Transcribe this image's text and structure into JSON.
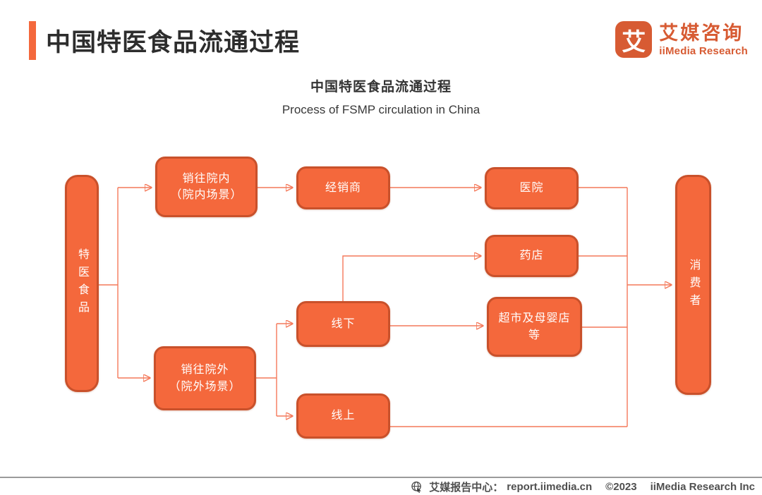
{
  "header": {
    "title": "中国特医食品流通过程",
    "logo": {
      "icon_char": "艾",
      "name_zh": "艾媒咨询",
      "name_en": "iiMedia Research"
    }
  },
  "chart": {
    "title_zh": "中国特医食品流通过程",
    "title_en": "Process of FSMP circulation in China"
  },
  "diagram": {
    "nodes": {
      "source": {
        "label": "特医食品"
      },
      "to_hospital": {
        "label": "销往院内\n（院内场景）"
      },
      "distributor": {
        "label": "经销商"
      },
      "hospital": {
        "label": "医院"
      },
      "pharmacy": {
        "label": "药店"
      },
      "supermarket": {
        "label": "超市及母婴店\n等"
      },
      "offline": {
        "label": "线下"
      },
      "to_out_hospital": {
        "label": "销往院外\n（院外场景）"
      },
      "online": {
        "label": "线上"
      },
      "consumer": {
        "label": "消费者"
      }
    },
    "edges": [
      {
        "from": "source",
        "to": "to_hospital"
      },
      {
        "from": "source",
        "to": "to_out_hospital"
      },
      {
        "from": "to_hospital",
        "to": "distributor"
      },
      {
        "from": "distributor",
        "to": "hospital"
      },
      {
        "from": "hospital",
        "to": "consumer"
      },
      {
        "from": "to_out_hospital",
        "to": "offline"
      },
      {
        "from": "to_out_hospital",
        "to": "online"
      },
      {
        "from": "offline",
        "to": "pharmacy"
      },
      {
        "from": "offline",
        "to": "supermarket"
      },
      {
        "from": "pharmacy",
        "to": "consumer"
      },
      {
        "from": "supermarket",
        "to": "consumer"
      },
      {
        "from": "online",
        "to": "consumer"
      }
    ]
  },
  "footer": {
    "center_label": "艾媒报告中心：",
    "url": "report.iimedia.cn",
    "copyright": "©2023",
    "company": "iiMedia Research  Inc"
  },
  "colors": {
    "accent": "#F4683C",
    "node_fill": "#F4683C",
    "node_border": "#C9512B",
    "connector": "#F4795A",
    "logo": "#D75B33",
    "footer_line": "#9B9B9B"
  }
}
